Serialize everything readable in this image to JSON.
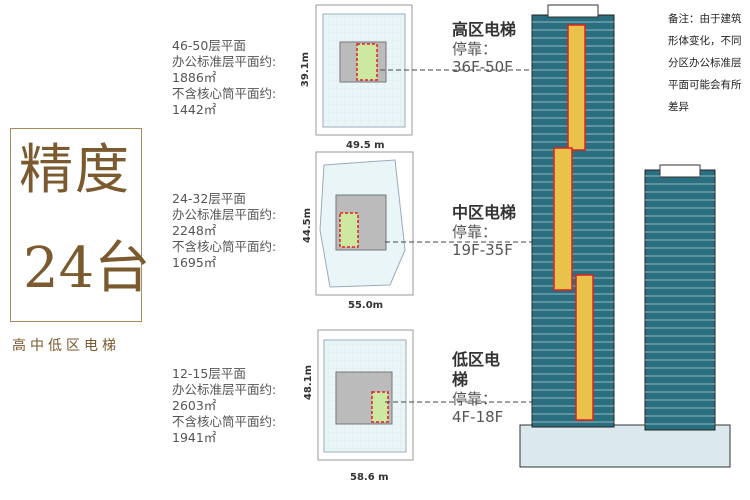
{
  "logo": {
    "line1": "精度",
    "line2": "24台",
    "subtitle": "高中低区电梯"
  },
  "zones": [
    {
      "floors": "46-50层平面",
      "std_label": "办公标准层平面约:",
      "std_area": "1886㎡",
      "net_label": "不含核心筒平面约:",
      "net_area": "1442㎡",
      "depth": "39.1m",
      "width": "49.5 m",
      "elevator": "高区电梯",
      "stops": "停靠：36F-50F"
    },
    {
      "floors": "24-32层平面",
      "std_label": "办公标准层平面约:",
      "std_area": "2248㎡",
      "net_label": "不含核心筒平面约:",
      "net_area": "1695㎡",
      "depth": "44.5m",
      "width": "55.0m",
      "elevator": "中区电梯",
      "stops": "停靠：19F-35F"
    },
    {
      "floors": "12-15层平面",
      "std_label": "办公标准层平面约:",
      "std_area": "2603㎡",
      "net_label": "不含核心筒平面约:",
      "net_area": "1941㎡",
      "depth": "48.1m",
      "width": "58.6 m",
      "elevator": "低区电梯",
      "stops": "停靠：4F-18F"
    }
  ],
  "note": "备注：由于建筑形体变化，不同分区办公标准层平面可能会有所差异",
  "colors": {
    "brand": "#7a5a2e",
    "shaft": "#e02020",
    "shaft_fill": "#e8c24a",
    "glass": "#2a6f80"
  }
}
